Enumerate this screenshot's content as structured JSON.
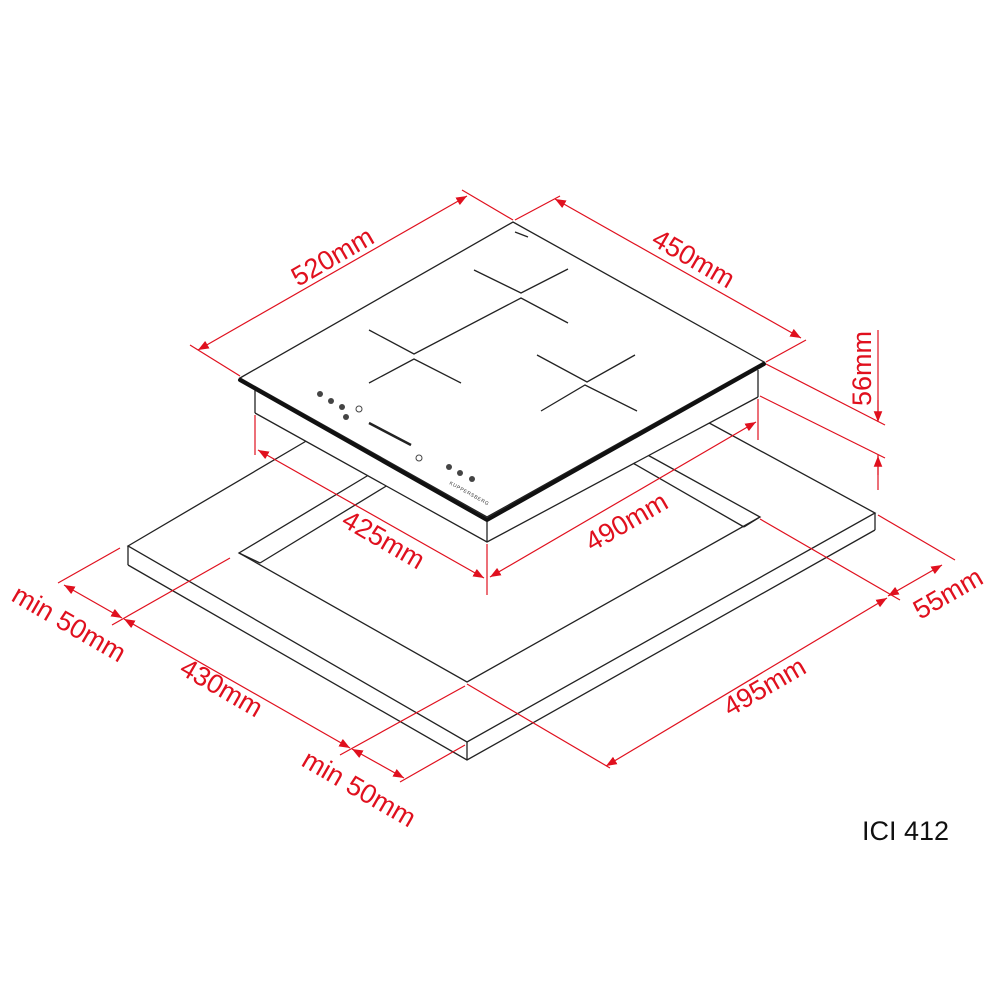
{
  "model": {
    "label": "ICI 412"
  },
  "brand": "KUPPERSBERG",
  "colors": {
    "dimension": "#e0101e",
    "outline": "#222222"
  },
  "dimensions": {
    "width_top": "520mm",
    "depth_top": "450mm",
    "height": "56mm",
    "body_depth": "425mm",
    "body_width": "490mm",
    "cutout_depth": "430mm",
    "cutout_width": "495mm",
    "back_gap": "55mm",
    "min_side": "min 50mm",
    "min_front": "min 50mm"
  }
}
